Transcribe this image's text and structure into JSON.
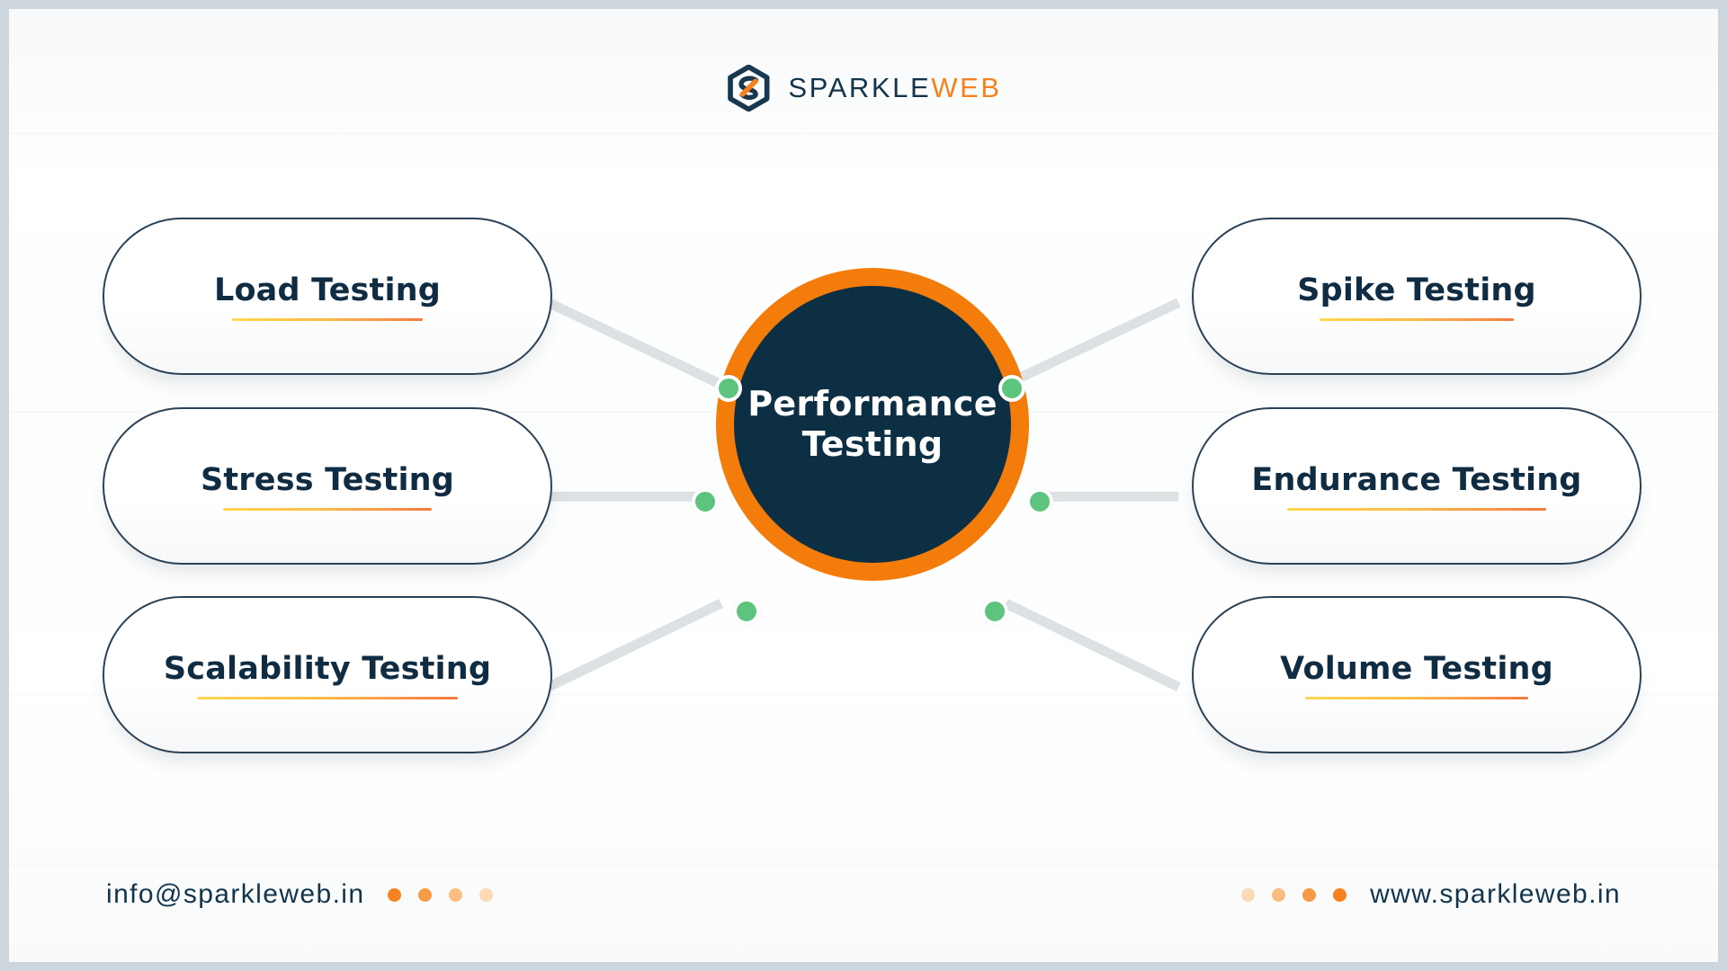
{
  "page": {
    "background": "#ffffff",
    "frame_color": "#cdd6dc"
  },
  "brand": {
    "logo_icon": "hexagon-s-logo",
    "name_part_1": "SPARKLE",
    "name_part_2": "WEB",
    "navy": "#13354c",
    "orange": "#f5821f"
  },
  "hub": {
    "label_line_1": "Performance",
    "label_line_2": "Testing",
    "ring_color": "#f47c0b",
    "fill_color": "#0c2f44",
    "text_color": "#ffffff",
    "node_color": "#5cc47c",
    "node_count": 6
  },
  "connectors": {
    "color": "#dce1e4",
    "count": 6
  },
  "cards": [
    {
      "id": "load",
      "title": "Load Testing",
      "side": "left",
      "row": 1
    },
    {
      "id": "stress",
      "title": "Stress Testing",
      "side": "left",
      "row": 2
    },
    {
      "id": "scale",
      "title": "Scalability Testing",
      "side": "left",
      "row": 3
    },
    {
      "id": "spike",
      "title": "Spike Testing",
      "side": "right",
      "row": 1
    },
    {
      "id": "endur",
      "title": "Endurance Testing",
      "side": "right",
      "row": 2
    },
    {
      "id": "volume",
      "title": "Volume Testing",
      "side": "right",
      "row": 3
    }
  ],
  "card_style": {
    "border_color": "#2b4256",
    "text_color": "#0f2c42",
    "rule_gradient_from": "#ffd64f",
    "rule_gradient_to": "#f4793c"
  },
  "footer": {
    "email": "info@sparkleweb.in",
    "website": "www.sparkleweb.in",
    "text_color": "#12344c",
    "dots_left": [
      "#f5821f",
      "#f79a45",
      "#fbbd81",
      "#fdd9b5"
    ],
    "dots_right": [
      "#fdd9b5",
      "#fbbd81",
      "#f79a45",
      "#f5821f"
    ]
  }
}
